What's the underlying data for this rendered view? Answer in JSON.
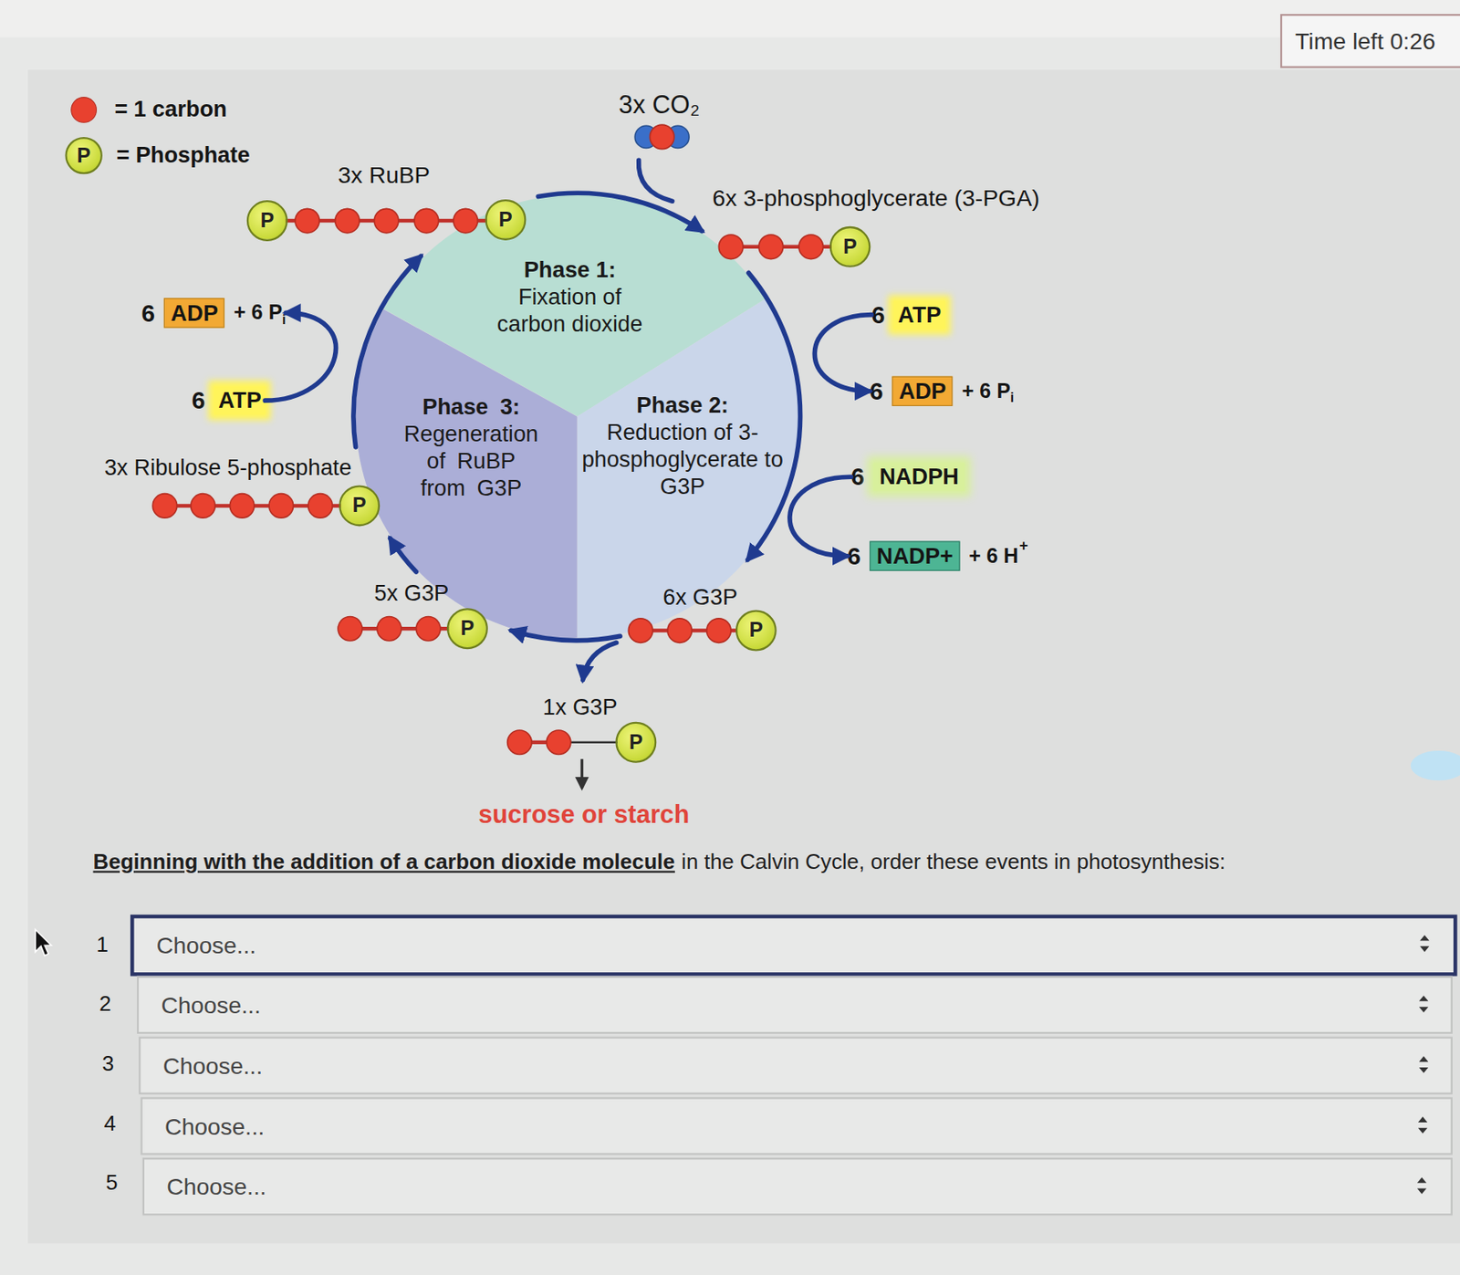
{
  "diagram": {
    "nodes": [
      {
        "text": [
          "Time left 0:26"
        ]
      },
      {
        "text": [
          "P"
        ]
      },
      {
        "text": [
          "P"
        ]
      },
      {
        "text": [
          "P"
        ]
      },
      {
        "text": [
          "Phase 1:",
          "Fixation of carbon dioxide"
        ]
      },
      {
        "text": [
          "P"
        ]
      },
      {
        "text": [
          "6",
          "ADP",
          "+ 6 P",
          "i"
        ]
      },
      {
        "text": [
          "6",
          "ATP"
        ]
      },
      {
        "text": [
          "6",
          "ADP",
          "+ 6 P",
          "i"
        ]
      },
      {
        "text": [
          "6",
          "ATP"
        ]
      },
      {
        "text": [
          "Phase 3:",
          "Regeneration of RuBP from G3P"
        ]
      },
      {
        "text": [
          "Phase 2:",
          "Reduction of 3-phosphoglycerate to G3P"
        ]
      },
      {
        "text": [
          "6",
          "NADPH"
        ]
      },
      {
        "text": [
          "P"
        ]
      },
      {
        "text": [
          "6",
          "NADP+",
          "+ 6 H",
          "+"
        ]
      },
      {
        "text": [
          "P"
        ]
      },
      {
        "text": [
          "P"
        ]
      },
      {
        "text": [
          "P"
        ]
      },
      {
        "text": [
          "Choose..."
        ]
      },
      {
        "text": [
          "Choose..."
        ]
      },
      {
        "text": [
          "Choose..."
        ]
      },
      {
        "text": [
          "Choose..."
        ]
      },
      {
        "text": [
          "Choose..."
        ]
      }
    ],
    "edges": [
      {
        "from": 7,
        "to": 8,
        "arrow": "to"
      },
      {
        "from": 9,
        "to": 6,
        "arrow": "to"
      },
      {
        "from": 12,
        "to": 14,
        "arrow": "to"
      }
    ],
    "labels": [
      "3x RuBP",
      "3x CO₂",
      "6x 3-phosphoglycerate (3-PGA)",
      "3x Ribulose 5-phosphate",
      "5x G3P",
      "6x G3P",
      "1x G3P",
      "sucrose or starch",
      "Beginning with the addition of a carbon dioxide molecule",
      "in the Calvin Cycle, order these events in photosynthesis:",
      "1",
      "2",
      "3",
      "4",
      "5"
    ],
    "legend": [
      {
        "text": "= 1 carbon",
        "color": "#e8412f"
      },
      {
        "text": "= Phosphate"
      }
    ]
  }
}
